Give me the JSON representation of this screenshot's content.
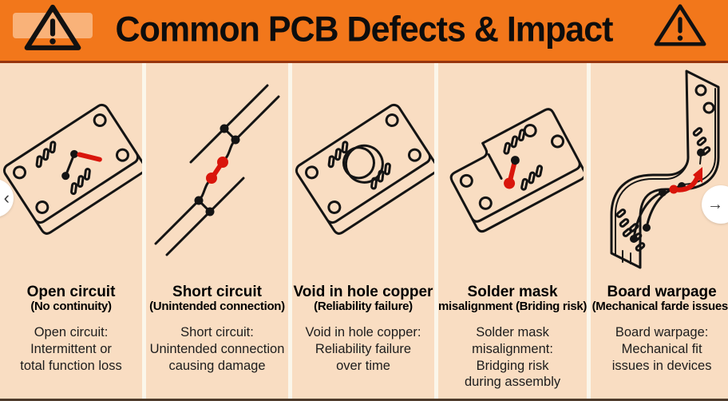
{
  "header": {
    "title": "Common PCB Defects & Impact",
    "left_icon": "warning-triangle",
    "right_icon": "warning-triangle"
  },
  "carousel": {
    "prev_label": "‹",
    "next_label": "→"
  },
  "panels": [
    {
      "id": "open-circuit",
      "illustration": "pcb-open-circuit-illustration",
      "title_line1": "Open circuit",
      "title_line2": "(No continuity)",
      "desc": "Open circuit:\nIntermittent or\ntotal function loss"
    },
    {
      "id": "short-circuit",
      "illustration": "pcb-short-circuit-illustration",
      "title_line1": "Short circuit",
      "title_line2": "(Unintended connection)",
      "desc": "Short circuit:\nUnintended connection\ncausing damage"
    },
    {
      "id": "void-in-hole-copper",
      "illustration": "pcb-void-in-hole-illustration",
      "title_line1": "Void in hole copper",
      "title_line2": "(Reliability failure)",
      "desc": "Void in hole copper:\nReliability failure\nover time"
    },
    {
      "id": "solder-mask-misalignment",
      "illustration": "pcb-solder-mask-illustration",
      "title_line1": "Solder mask",
      "title_line2": "misalignment (Briding risk)",
      "desc": "Solder mask misalignment:\nBridging risk\nduring assembly"
    },
    {
      "id": "board-warpage",
      "illustration": "pcb-board-warpage-illustration",
      "title_line1": "Board warpage",
      "title_line2": "(Mechanical farde issues)",
      "desc": "Board warpage:\nMechanical fit\nissues in devices"
    }
  ],
  "colors": {
    "header_bg": "#F2771B",
    "header_rule": "#97350E",
    "panel_bg": "#F9DDC2",
    "gap": "#FBF6EA",
    "accent_red": "#D9150B",
    "line_black": "#141414",
    "bottom_rule": "#4E3B2B"
  }
}
